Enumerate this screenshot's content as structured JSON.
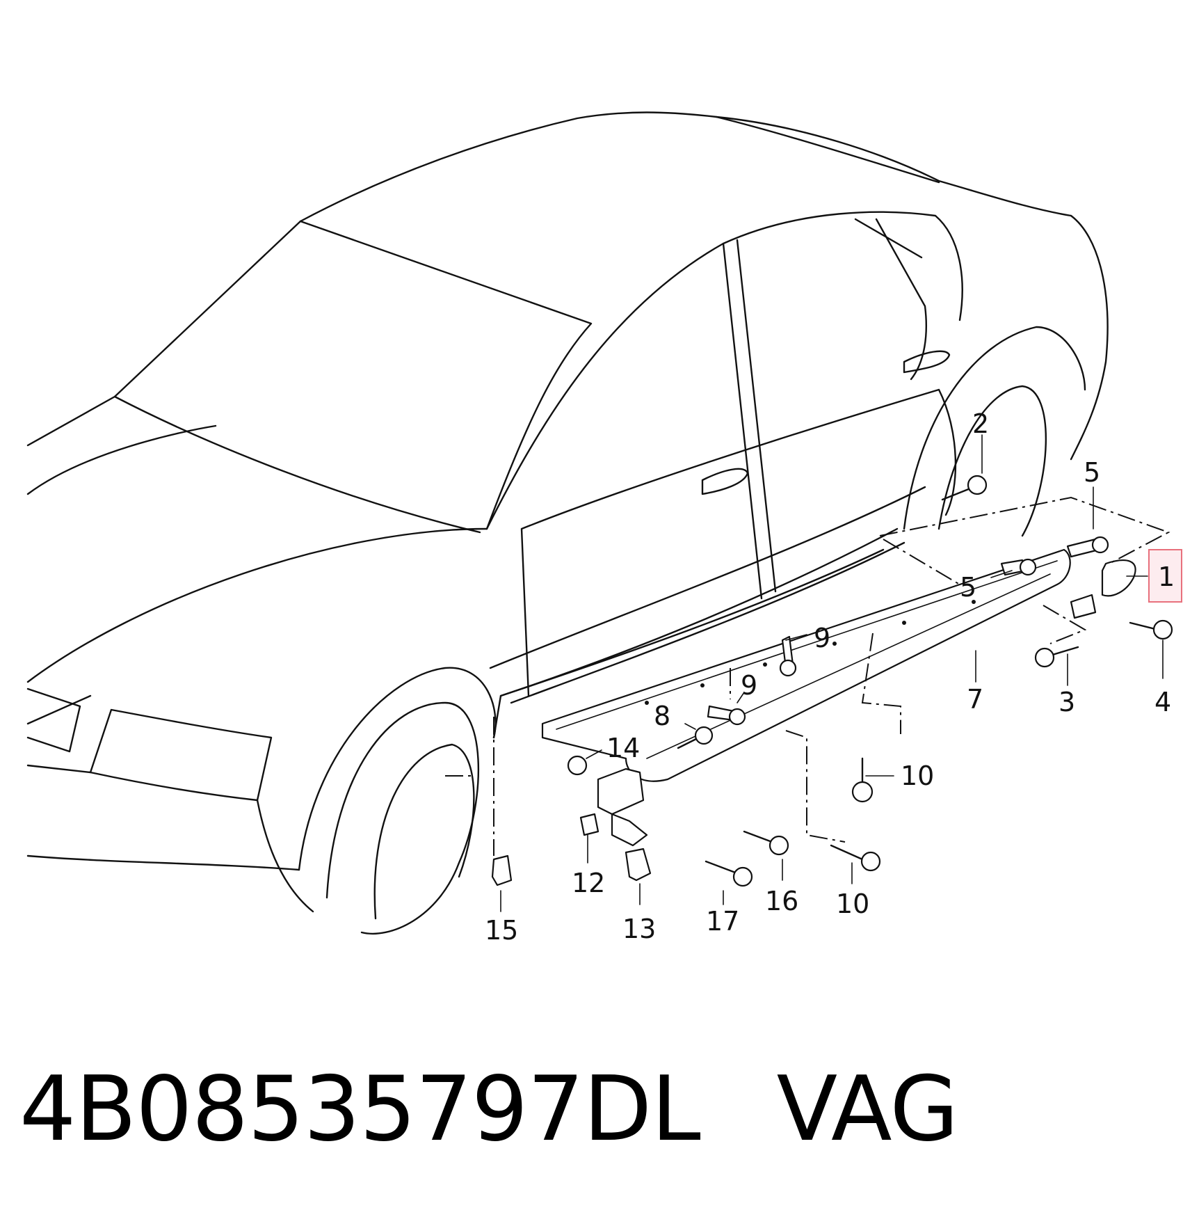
{
  "part_number": "4B08535797DL",
  "brand": "VAG",
  "callouts": [
    {
      "id": "1",
      "label": "1",
      "highlighted": true
    },
    {
      "id": "2",
      "label": "2"
    },
    {
      "id": "3",
      "label": "3"
    },
    {
      "id": "4",
      "label": "4"
    },
    {
      "id": "5a",
      "label": "5"
    },
    {
      "id": "5b",
      "label": "5"
    },
    {
      "id": "7",
      "label": "7"
    },
    {
      "id": "8",
      "label": "8"
    },
    {
      "id": "9a",
      "label": "9"
    },
    {
      "id": "9b",
      "label": "9"
    },
    {
      "id": "10a",
      "label": "10"
    },
    {
      "id": "10b",
      "label": "10"
    },
    {
      "id": "12",
      "label": "12"
    },
    {
      "id": "13",
      "label": "13"
    },
    {
      "id": "14",
      "label": "14"
    },
    {
      "id": "15",
      "label": "15"
    },
    {
      "id": "16",
      "label": "16"
    },
    {
      "id": "17",
      "label": "17"
    }
  ],
  "colors": {
    "line": "#111111",
    "highlight_fill": "#fdecef",
    "highlight_stroke": "#e8707c"
  }
}
